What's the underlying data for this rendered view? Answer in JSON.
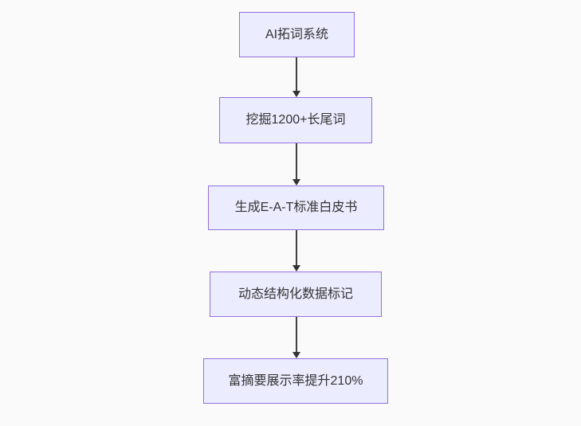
{
  "colors": {
    "background": "#fafafa",
    "node_fill": "#ececff",
    "node_border": "#9370db",
    "node_text": "#333333",
    "arrow": "#404040",
    "arrow_head": "#333333"
  },
  "flowchart": {
    "type": "flowchart",
    "direction": "top-down",
    "nodes": [
      {
        "id": "n1",
        "label": "AI拓词系统"
      },
      {
        "id": "n2",
        "label": "挖掘1200+长尾词"
      },
      {
        "id": "n3",
        "label": "生成E-A-T标准白皮书"
      },
      {
        "id": "n4",
        "label": "动态结构化数据标记"
      },
      {
        "id": "n5",
        "label": "富摘要展示率提升210%"
      }
    ],
    "edges": [
      {
        "from": "n1",
        "to": "n2"
      },
      {
        "from": "n2",
        "to": "n3"
      },
      {
        "from": "n3",
        "to": "n4"
      },
      {
        "from": "n4",
        "to": "n5"
      }
    ]
  }
}
